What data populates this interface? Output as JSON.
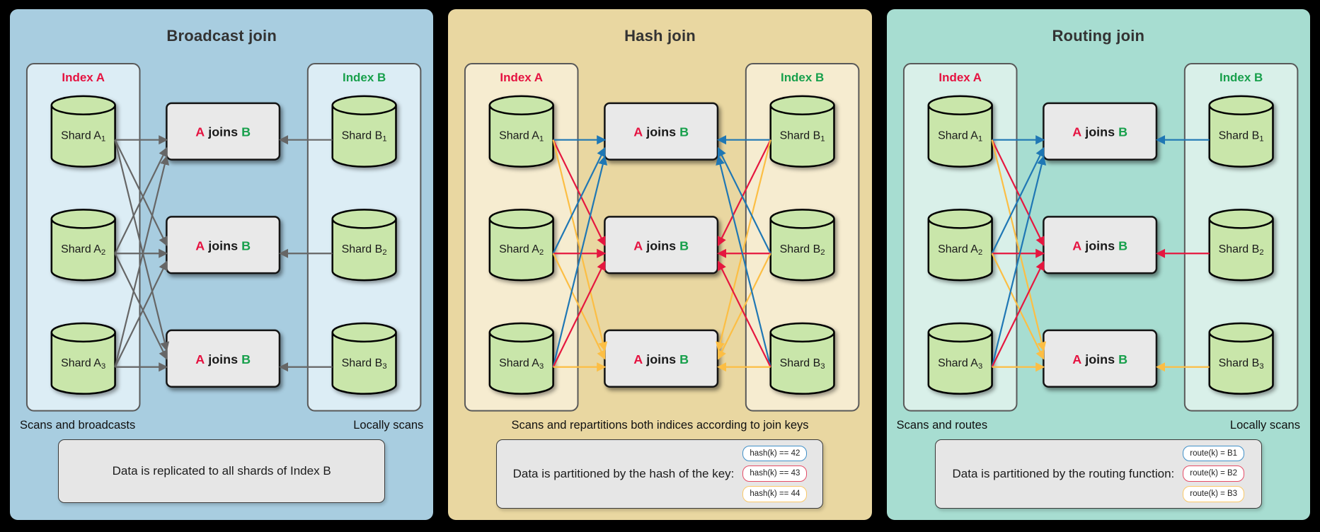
{
  "shared": {
    "index_a_label": "Index A",
    "index_b_label": "Index B",
    "join_box": {
      "a": "A",
      "mid": " joins ",
      "b": "B"
    },
    "shards_a": [
      {
        "base": "Shard A",
        "sub": "1"
      },
      {
        "base": "Shard A",
        "sub": "2"
      },
      {
        "base": "Shard A",
        "sub": "3"
      }
    ],
    "shards_b": [
      {
        "base": "Shard B",
        "sub": "1"
      },
      {
        "base": "Shard B",
        "sub": "2"
      },
      {
        "base": "Shard B",
        "sub": "3"
      }
    ]
  },
  "colors": {
    "page_bg": "#000000",
    "blue": "#1f77b4",
    "red": "#e5173f",
    "yellow": "#fcbe44",
    "gray": "#666666",
    "index_a_red": "#e51240",
    "index_b_green": "#18a04c",
    "pill_blue": "#4191c9",
    "pill_red": "#e64d67",
    "pill_yellow": "#fbc968",
    "cylinder_fill": "#c9e6aa",
    "join_box_fill": "#e9e9e9",
    "desc_box_fill": "#e6e6e6"
  },
  "panels": [
    {
      "key": "broadcast",
      "title": "Broadcast join",
      "panel_bg": "#a8cde0",
      "index_box_bg": "#dcedf5",
      "caption_left": "Scans and broadcasts",
      "caption_center": "",
      "caption_right": "Locally scans",
      "description": "Data is replicated to all shards of Index B",
      "pills": [],
      "edges_a": [
        {
          "from": 1,
          "to": 1,
          "color": "gray"
        },
        {
          "from": 1,
          "to": 2,
          "color": "gray"
        },
        {
          "from": 1,
          "to": 3,
          "color": "gray"
        },
        {
          "from": 2,
          "to": 1,
          "color": "gray"
        },
        {
          "from": 2,
          "to": 2,
          "color": "gray"
        },
        {
          "from": 2,
          "to": 3,
          "color": "gray"
        },
        {
          "from": 3,
          "to": 1,
          "color": "gray"
        },
        {
          "from": 3,
          "to": 2,
          "color": "gray"
        },
        {
          "from": 3,
          "to": 3,
          "color": "gray"
        }
      ],
      "edges_b": [
        {
          "from": 1,
          "to": 1,
          "color": "gray"
        },
        {
          "from": 2,
          "to": 2,
          "color": "gray"
        },
        {
          "from": 3,
          "to": 3,
          "color": "gray"
        }
      ]
    },
    {
      "key": "hash",
      "title": "Hash join",
      "panel_bg": "#e9d7a1",
      "index_box_bg": "#f6ecd0",
      "caption_left": "",
      "caption_center": "Scans and repartitions both indices according to join keys",
      "caption_right": "",
      "description": "Data is partitioned by the hash of the key:",
      "pills": [
        {
          "label": "hash(k) == 42",
          "color": "blue"
        },
        {
          "label": "hash(k) == 43",
          "color": "red"
        },
        {
          "label": "hash(k) == 44",
          "color": "yellow"
        }
      ],
      "edges_a": [
        {
          "from": 1,
          "to": 1,
          "color": "blue"
        },
        {
          "from": 1,
          "to": 2,
          "color": "red"
        },
        {
          "from": 1,
          "to": 3,
          "color": "yellow"
        },
        {
          "from": 2,
          "to": 1,
          "color": "blue"
        },
        {
          "from": 2,
          "to": 2,
          "color": "red"
        },
        {
          "from": 2,
          "to": 3,
          "color": "yellow"
        },
        {
          "from": 3,
          "to": 1,
          "color": "blue"
        },
        {
          "from": 3,
          "to": 2,
          "color": "red"
        },
        {
          "from": 3,
          "to": 3,
          "color": "yellow"
        }
      ],
      "edges_b": [
        {
          "from": 1,
          "to": 1,
          "color": "blue"
        },
        {
          "from": 1,
          "to": 2,
          "color": "red"
        },
        {
          "from": 1,
          "to": 3,
          "color": "yellow"
        },
        {
          "from": 2,
          "to": 1,
          "color": "blue"
        },
        {
          "from": 2,
          "to": 2,
          "color": "red"
        },
        {
          "from": 2,
          "to": 3,
          "color": "yellow"
        },
        {
          "from": 3,
          "to": 1,
          "color": "blue"
        },
        {
          "from": 3,
          "to": 2,
          "color": "red"
        },
        {
          "from": 3,
          "to": 3,
          "color": "yellow"
        }
      ]
    },
    {
      "key": "routing",
      "title": "Routing join",
      "panel_bg": "#a7ddd1",
      "index_box_bg": "#d9f0e9",
      "caption_left": "Scans and routes",
      "caption_center": "",
      "caption_right": "Locally scans",
      "description": "Data is partitioned by the routing function:",
      "pills": [
        {
          "label": "route(k) = B1",
          "color": "blue"
        },
        {
          "label": "route(k) = B2",
          "color": "red"
        },
        {
          "label": "route(k) = B3",
          "color": "yellow"
        }
      ],
      "edges_a": [
        {
          "from": 1,
          "to": 1,
          "color": "blue"
        },
        {
          "from": 1,
          "to": 2,
          "color": "red"
        },
        {
          "from": 1,
          "to": 3,
          "color": "yellow"
        },
        {
          "from": 2,
          "to": 1,
          "color": "blue"
        },
        {
          "from": 2,
          "to": 2,
          "color": "red"
        },
        {
          "from": 2,
          "to": 3,
          "color": "yellow"
        },
        {
          "from": 3,
          "to": 1,
          "color": "blue"
        },
        {
          "from": 3,
          "to": 2,
          "color": "red"
        },
        {
          "from": 3,
          "to": 3,
          "color": "yellow"
        }
      ],
      "edges_b": [
        {
          "from": 1,
          "to": 1,
          "color": "blue"
        },
        {
          "from": 2,
          "to": 2,
          "color": "red"
        },
        {
          "from": 3,
          "to": 3,
          "color": "yellow"
        }
      ]
    }
  ]
}
